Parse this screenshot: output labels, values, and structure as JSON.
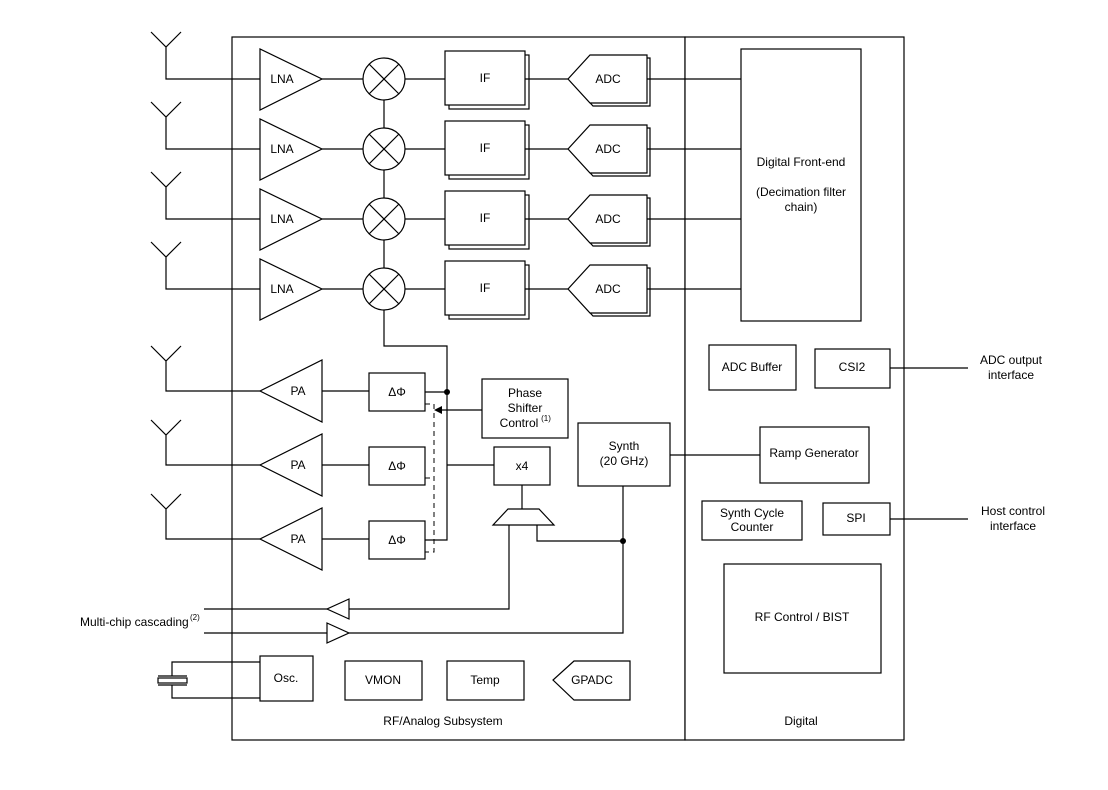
{
  "blocks": {
    "lna_label": "LNA",
    "if_label": "IF",
    "adc_label": "ADC",
    "pa_label": "PA",
    "phase_label": "ΔΦ",
    "dfe_title": "Digital Front-end",
    "dfe_sub1": "(Decimation filter",
    "dfe_sub2": "chain)",
    "adc_buffer": "ADC Buffer",
    "csi2": "CSI2",
    "phase_shifter_1": "Phase",
    "phase_shifter_2": "Shifter",
    "phase_shifter_3": "Control",
    "phase_shifter_note": "(1)",
    "synth_1": "Synth",
    "synth_2": "(20 GHz)",
    "ramp_generator": "Ramp Generator",
    "x4": "x4",
    "synth_cycle_1": "Synth Cycle",
    "synth_cycle_2": "Counter",
    "spi": "SPI",
    "rf_control": "RF Control / BIST",
    "osc": "Osc.",
    "vmon": "VMON",
    "temp": "Temp",
    "gpadc": "GPADC"
  },
  "labels": {
    "adc_output_1": "ADC output",
    "adc_output_2": "interface",
    "host_control_1": "Host control",
    "host_control_2": "interface",
    "multichip": "Multi-chip cascading",
    "multichip_note": "(2)",
    "rf_subsystem": "RF/Analog Subsystem",
    "digital": "Digital"
  }
}
